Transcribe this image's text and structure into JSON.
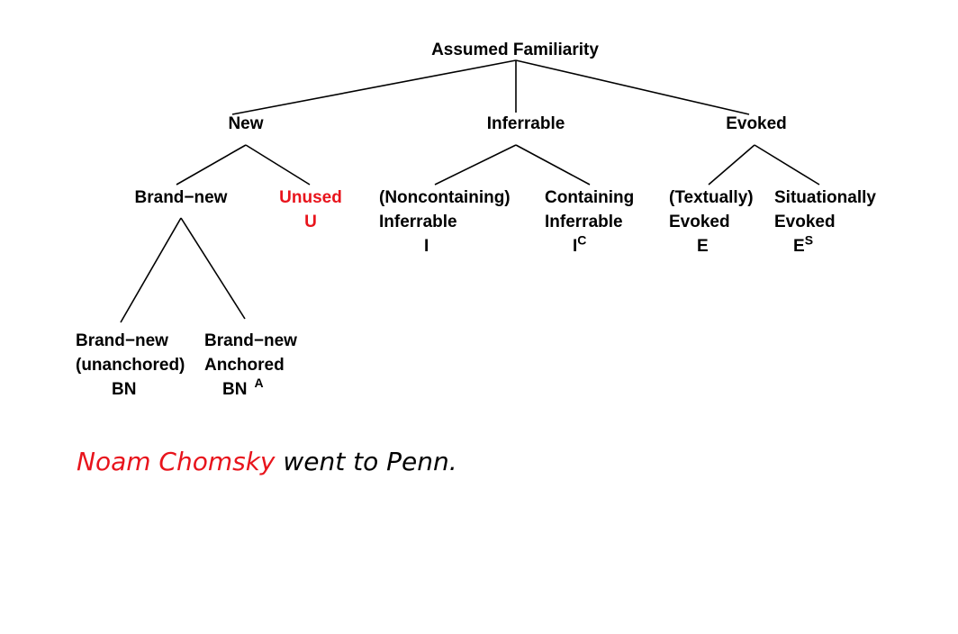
{
  "diagram": {
    "root": "Assumed Familiarity",
    "new": "New",
    "inferrable": "Inferrable",
    "evoked": "Evoked",
    "brand_new": "Brand−new",
    "unused": {
      "label": "Unused",
      "symbol": "U"
    },
    "noncontaining": {
      "lines": [
        "(Noncontaining)",
        "Inferrable"
      ],
      "symbol": "I"
    },
    "containing": {
      "lines": [
        "Containing",
        "Inferrable"
      ],
      "symbol": "I",
      "sup": "C"
    },
    "textually": {
      "lines": [
        "(Textually)",
        "Evoked"
      ],
      "symbol": "E"
    },
    "situationally": {
      "lines": [
        "Situationally",
        "Evoked"
      ],
      "symbol": "E",
      "sup": "S"
    },
    "bn_unanchored": {
      "lines": [
        "Brand−new",
        "(unanchored)"
      ],
      "symbol": "BN"
    },
    "bn_anchored": {
      "lines": [
        "Brand−new",
        "Anchored"
      ],
      "symbol": "BN",
      "sup": "A"
    }
  },
  "example": {
    "highlight": "Noam Chomsky",
    "rest": " went to Penn."
  },
  "colors": {
    "highlight": "#e8141c",
    "text": "#000000"
  }
}
